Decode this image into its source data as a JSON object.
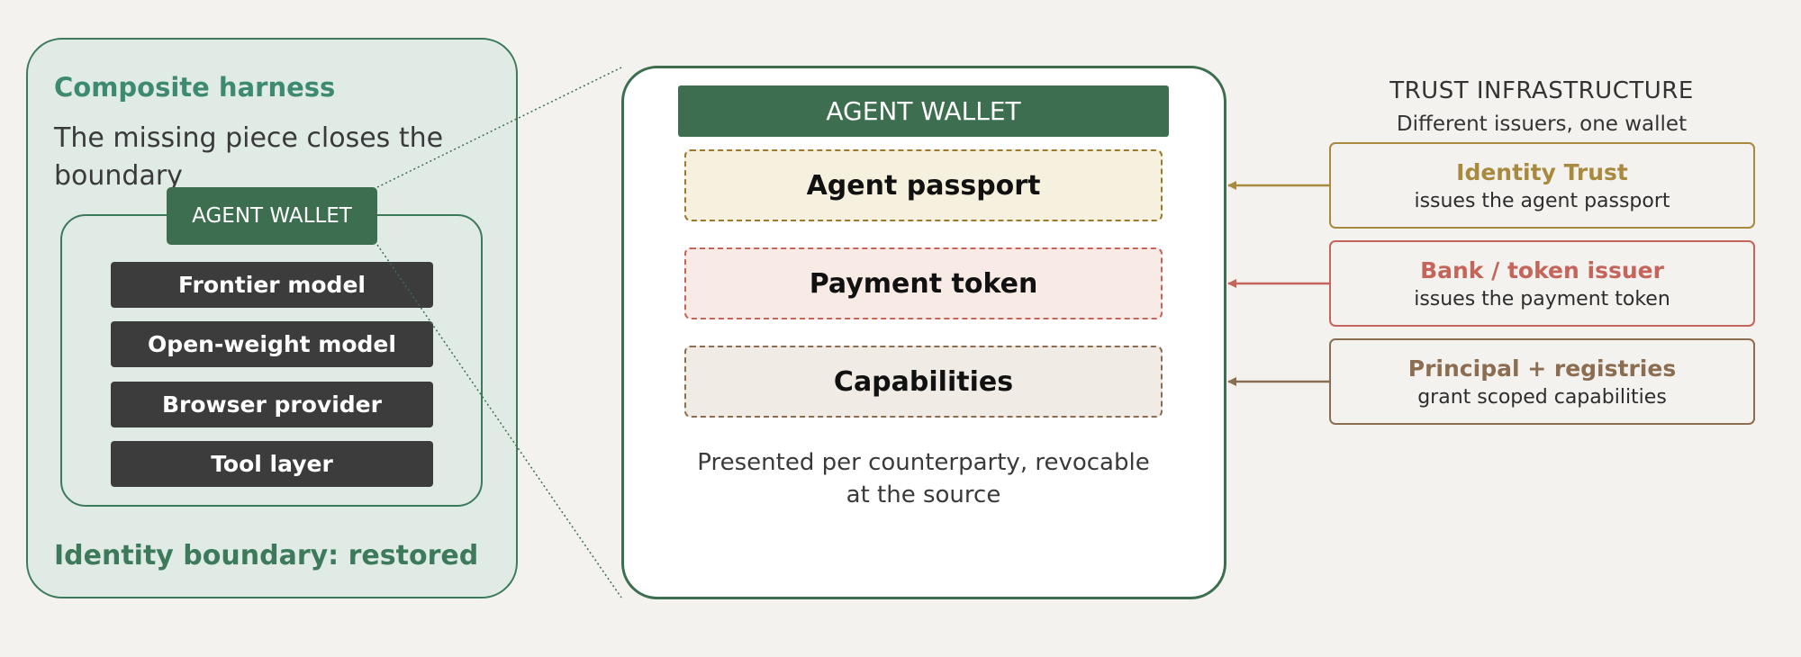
{
  "composite_harness": {
    "title": "Composite harness",
    "subtitle": "The missing piece closes the boundary",
    "wallet_tab_label": "AGENT WALLET",
    "stack": [
      "Frontier model",
      "Open-weight model",
      "Browser provider",
      "Tool layer"
    ],
    "footer": "Identity boundary: restored"
  },
  "agent_wallet": {
    "header": "AGENT WALLET",
    "credentials": [
      "Agent passport",
      "Payment token",
      "Capabilities"
    ],
    "note": "Presented per counterparty, revocable at the source"
  },
  "trust_infrastructure": {
    "heading": "TRUST INFRASTRUCTURE",
    "subheading": "Different issuers, one wallet",
    "issuers": [
      {
        "name": "Identity Trust",
        "description": "issues the agent passport",
        "color": "#a88a3e"
      },
      {
        "name": "Bank / token issuer",
        "description": "issues the payment token",
        "color": "#c4645a"
      },
      {
        "name": "Principal + registries",
        "description": "grant scoped capabilities",
        "color": "#8b6e52"
      }
    ]
  },
  "colors": {
    "background": "#f4f2ee",
    "primary_green": "#3d6e4f",
    "panel_tint": "#e0ebe6",
    "dark_block": "#3c3c3c"
  }
}
